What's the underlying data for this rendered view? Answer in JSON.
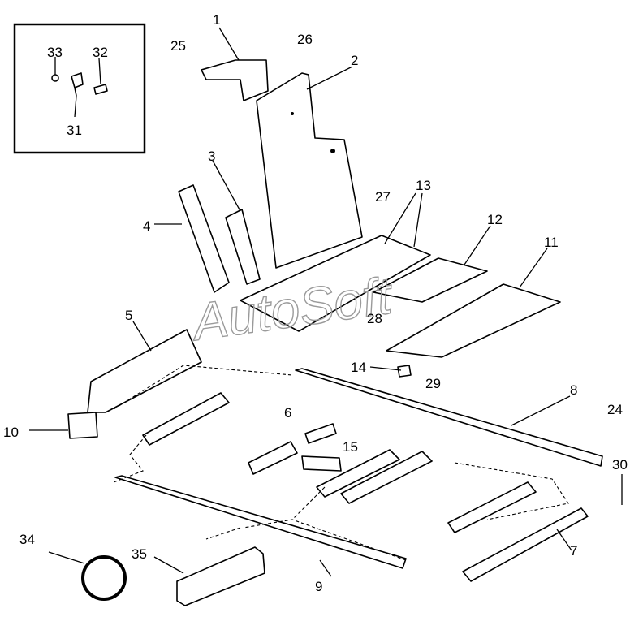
{
  "diagram": {
    "watermark": "AutoSoft",
    "callouts": [
      "1",
      "2",
      "3",
      "4",
      "5",
      "6",
      "7",
      "8",
      "9",
      "10",
      "11",
      "12",
      "13",
      "14",
      "15",
      "24",
      "25",
      "26",
      "27",
      "28",
      "29",
      "30",
      "31",
      "32",
      "33",
      "34",
      "35"
    ]
  }
}
